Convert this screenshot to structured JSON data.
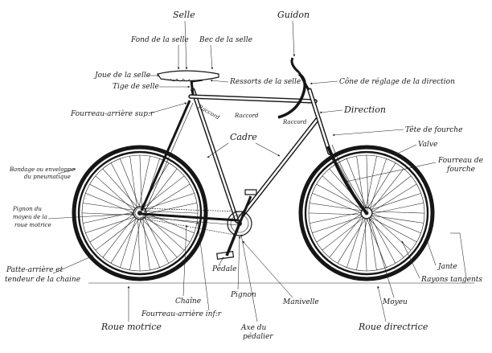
{
  "labels": {
    "selle": "Selle",
    "guidon": "Guidon",
    "fond_selle": "Fond de la selle",
    "bec_selle": "Bec de la selle",
    "joue_selle": "Joue de la selle",
    "tige_selle": "Tige de selle",
    "ressorts_selle": "Ressorts de la selle",
    "cone_reglage": "Cône de réglage de la direction",
    "fourreau_arriere_sup": "Fourreau-arrière sup:r",
    "raccord_1": "Raccord",
    "raccord_2": "Raccord",
    "raccord_3": "Raccord",
    "direction": "Direction",
    "tete_fourche": "Tête de fourche",
    "valve": "Valve",
    "fourreau_fourche_1": "Fourreau de",
    "fourreau_fourche_2": "fourche",
    "cadre": "Cadre",
    "bandage_1": "Bandage ou enveloppe",
    "bandage_2": "du pneumatique",
    "pignon_1": "Pignon du",
    "pignon_2": "moyeu de la",
    "pignon_3": "roue motrice",
    "patte_1": "Patte-arrière et",
    "patte_2": "tendeur de la chaine",
    "pedale": "Pédale",
    "jante": "Jante",
    "rayons": "Rayons tangents",
    "chaine": "Chaîne",
    "fourreau_arriere_inf": "Fourreau-arrière inf:r",
    "pignon_bas": "Pignon",
    "manivelle": "Manivelle",
    "moyeu": "Moyeu",
    "roue_motrice": "Roue motrice",
    "axe_pedalier_1": "Axe du",
    "axe_pedalier_2": "pédalier",
    "roue_directrice": "Roue directrice"
  }
}
